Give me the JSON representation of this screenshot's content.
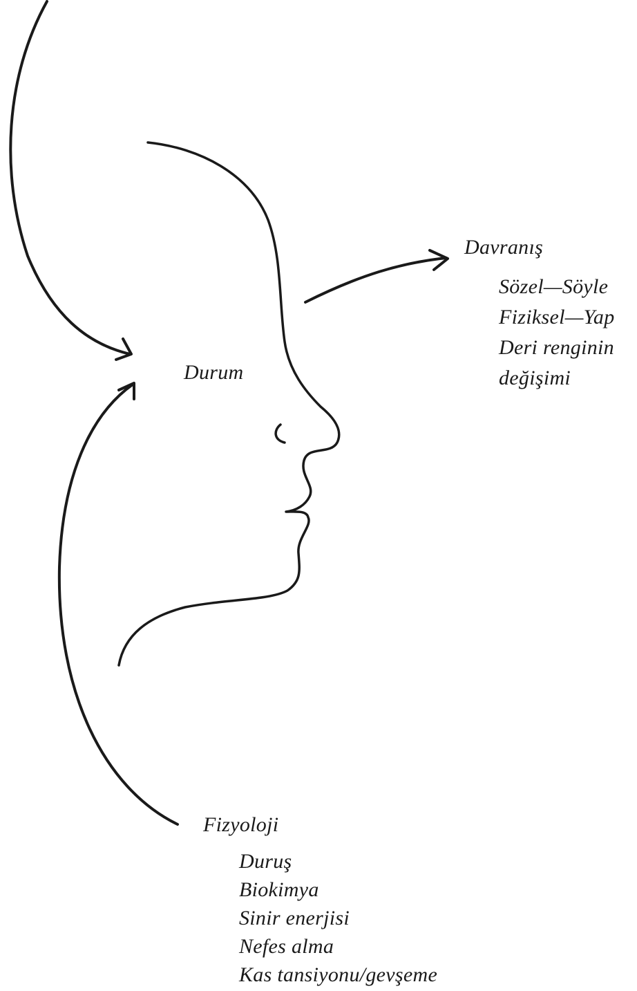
{
  "center": {
    "label": "Durum"
  },
  "behavior": {
    "heading": "Davranış",
    "items": [
      "Sözel—Söyle",
      "Fiziksel—Yap",
      "Deri renginin",
      "değişimi"
    ]
  },
  "physiology": {
    "heading": "Fizyoloji",
    "items": [
      "Duruş",
      "Biokimya",
      "Sinir enerjisi",
      "Nefes alma",
      "Kas tansiyonu/gevşeme"
    ]
  },
  "colors": {
    "ink": "#1a1a1a",
    "background": "#ffffff"
  }
}
